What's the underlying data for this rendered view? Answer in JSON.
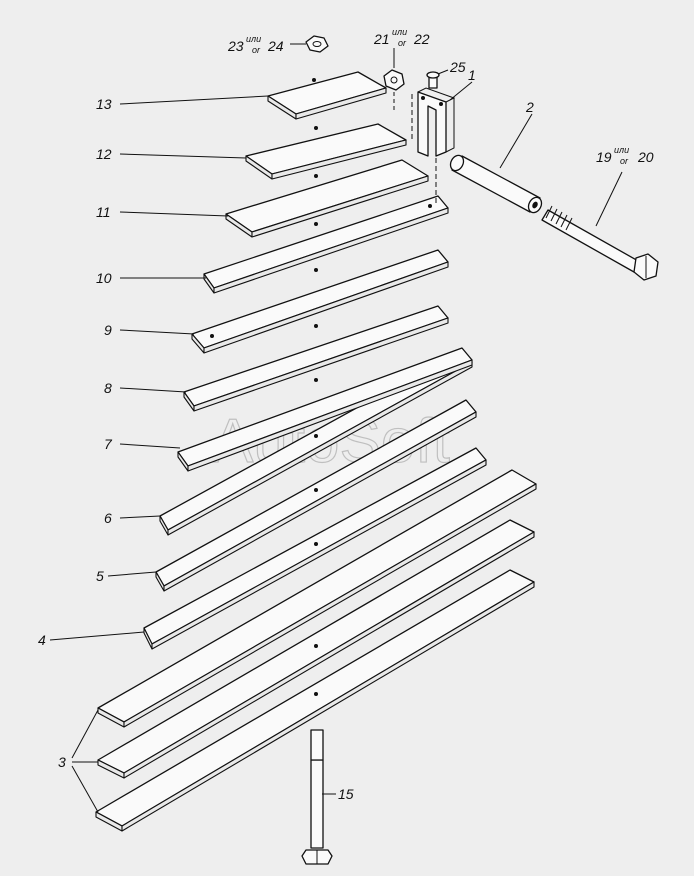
{
  "watermark": "AutoSoft",
  "callouts": {
    "c1": "1",
    "c2": "2",
    "c3": "3",
    "c4": "4",
    "c5": "5",
    "c6": "6",
    "c7": "7",
    "c8": "8",
    "c9": "9",
    "c10": "10",
    "c11": "11",
    "c12": "12",
    "c13": "13",
    "c15": "15",
    "c25": "25",
    "c19": "19",
    "c20": "20",
    "c21": "21",
    "c22": "22",
    "c23": "23",
    "c24": "24"
  },
  "alt_text": {
    "ili": "или",
    "or": "or"
  }
}
